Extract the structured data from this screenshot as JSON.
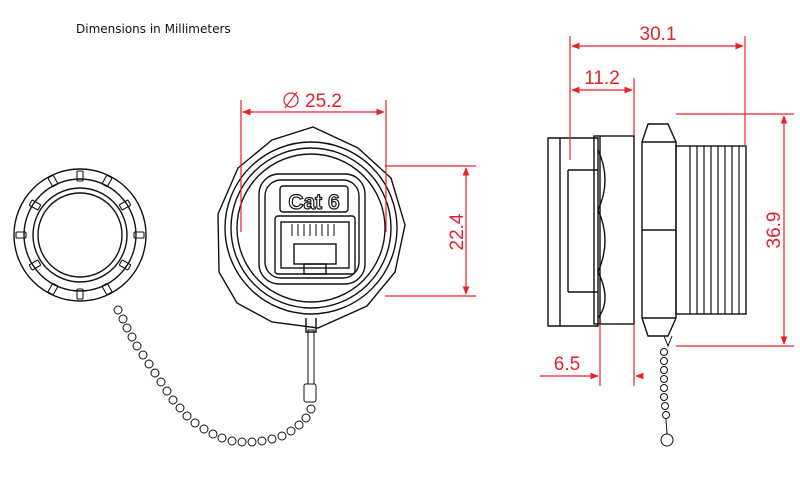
{
  "header": {
    "title": "Dimensions in Millimeters"
  },
  "front_view": {
    "jack_label": "Cat 6",
    "dims": {
      "diameter": "25.2",
      "height": "22.4"
    }
  },
  "side_view": {
    "dims": {
      "overall_length": "30.1",
      "flange_depth": "11.2",
      "cap_offset": "6.5",
      "thread_diameter": "36.9"
    }
  },
  "colors": {
    "dimension": "#e8202a",
    "line": "#111111"
  }
}
